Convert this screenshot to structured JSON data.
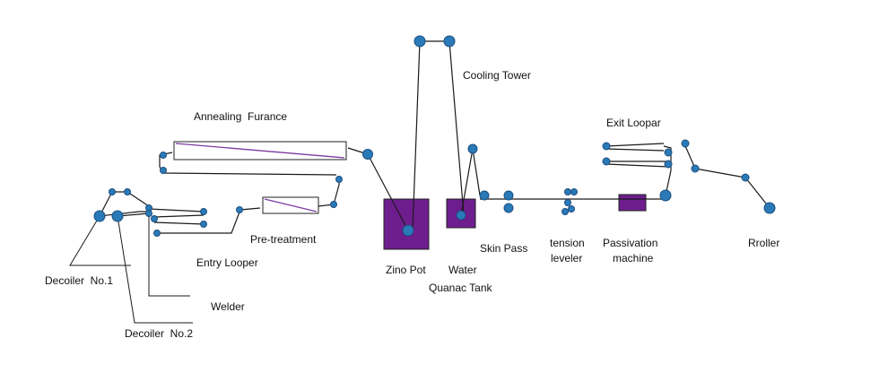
{
  "labels": {
    "annealing_furnace": "Annealing  Furance",
    "cooling_tower": "Cooling Tower",
    "exit_looper": "Exit Loopar",
    "pre_treatment": "Pre-treatment",
    "entry_looper": "Entry Looper",
    "decoiler_1": "Decoiler  No.1",
    "welder": "Welder",
    "decoiler_2": "Decoiler  No.2",
    "zinc_pot": "Zino Pot",
    "water_tank_line1": "Water",
    "water_tank_line2": "Quanac Tank",
    "skin_pass": "Skin Pass",
    "tension_leveler_line1": "tension",
    "tension_leveler_line2": "leveler",
    "passivation_line1": "Passivation",
    "passivation_line2": "machine",
    "roller": "Rroller"
  },
  "colors": {
    "roller": "#2a7ab8",
    "equipment": "#6e1d8e",
    "furnace_stripe": "#7b3aa0",
    "strip": "#1a1a1a",
    "text": "#111111"
  }
}
